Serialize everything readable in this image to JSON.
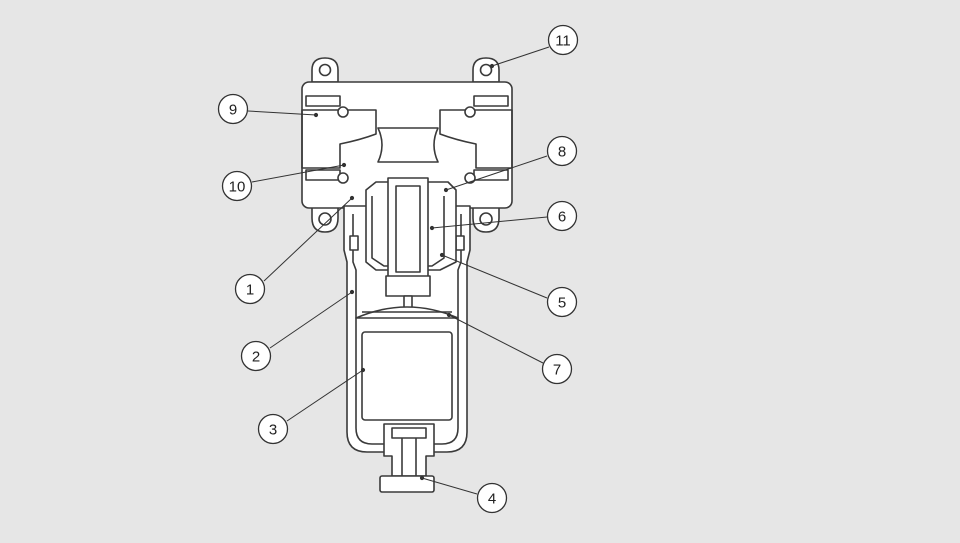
{
  "diagram": {
    "colors": {
      "background": "#e6e6e6",
      "body_fill": "#ffffff",
      "line": "#3a3a3a",
      "leader": "#333333",
      "callout_fill": "#ffffff"
    },
    "callouts": [
      {
        "key": "c1",
        "label": "1"
      },
      {
        "key": "c2",
        "label": "2"
      },
      {
        "key": "c3",
        "label": "3"
      },
      {
        "key": "c4",
        "label": "4"
      },
      {
        "key": "c5",
        "label": "5"
      },
      {
        "key": "c6",
        "label": "6"
      },
      {
        "key": "c7",
        "label": "7"
      },
      {
        "key": "c8",
        "label": "8"
      },
      {
        "key": "c9",
        "label": "9"
      },
      {
        "key": "c10",
        "label": "10"
      },
      {
        "key": "c11",
        "label": "11"
      }
    ]
  }
}
